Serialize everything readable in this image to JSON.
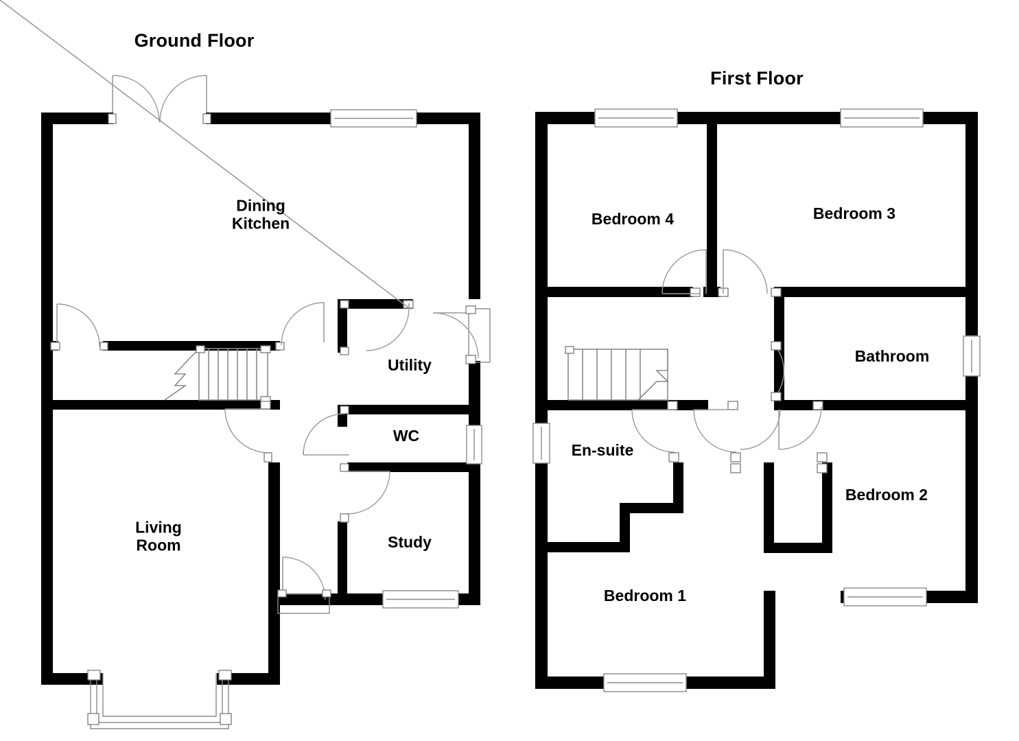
{
  "document": {
    "type": "floor-plan",
    "background_color": "#ffffff",
    "wall_color": "#000000",
    "line_color": "#8a8a8a"
  },
  "floors": [
    {
      "id": "ground",
      "title": "Ground Floor",
      "rooms": [
        {
          "id": "dining-kitchen",
          "label": "Dining\nKitchen"
        },
        {
          "id": "utility",
          "label": "Utility"
        },
        {
          "id": "wc",
          "label": "WC"
        },
        {
          "id": "study",
          "label": "Study"
        },
        {
          "id": "living-room",
          "label": "Living\nRoom"
        }
      ],
      "features": {
        "french_doors": "double-door-rear",
        "bay_window": "living-room-bay",
        "staircase": "hall-stairs-up",
        "front_door": "hall-entrance"
      }
    },
    {
      "id": "first",
      "title": "First Floor",
      "rooms": [
        {
          "id": "bedroom-4",
          "label": "Bedroom 4"
        },
        {
          "id": "bedroom-3",
          "label": "Bedroom 3"
        },
        {
          "id": "bathroom",
          "label": "Bathroom"
        },
        {
          "id": "en-suite",
          "label": "En-suite"
        },
        {
          "id": "bedroom-2",
          "label": "Bedroom 2"
        },
        {
          "id": "bedroom-1",
          "label": "Bedroom 1"
        }
      ],
      "features": {
        "staircase": "landing-stairs-down"
      }
    }
  ],
  "labels": {
    "ground_title": "Ground Floor",
    "first_title": "First Floor",
    "dining_kitchen": "Dining\nKitchen",
    "utility": "Utility",
    "wc": "WC",
    "study": "Study",
    "living_room": "Living\nRoom",
    "bedroom_4": "Bedroom 4",
    "bedroom_3": "Bedroom 3",
    "bathroom": "Bathroom",
    "en_suite": "En-suite",
    "bedroom_2": "Bedroom 2",
    "bedroom_1": "Bedroom 1"
  }
}
